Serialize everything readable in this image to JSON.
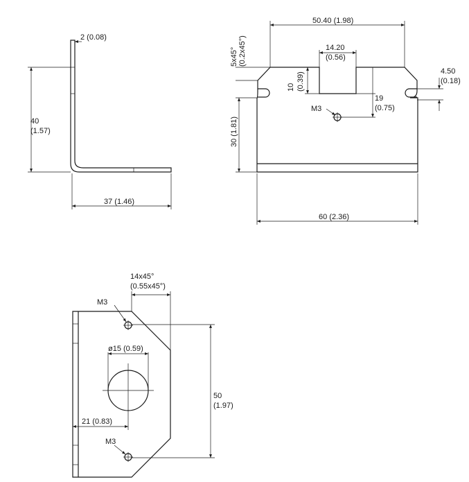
{
  "side_view": {
    "thickness": "2 (0.08)",
    "height_mm": "40",
    "height_in": "(1.57)",
    "length": "37 (1.46)"
  },
  "front_view": {
    "width_top": "50.40 (1.98)",
    "chamfer_mm": "5x45°",
    "chamfer_in": "(0.2x45°)",
    "notch_width_mm": "14.20",
    "notch_width_in": "(0.56)",
    "notch_depth_mm": "10",
    "notch_depth_in": "(0.39)",
    "slot_offset_mm": "4.50",
    "slot_offset_in": "(0.18)",
    "hole_label": "M3",
    "hole_offset_mm": "19",
    "hole_offset_in": "(0.75)",
    "height": "30 (1.81)",
    "width": "60 (2.36)"
  },
  "bottom_view": {
    "chamfer_mm": "14x45°",
    "chamfer_in": "(0.55x45°)",
    "hole_label_top": "M3",
    "bore": "ø15 (0.59)",
    "height_mm": "50",
    "height_in": "(1.97)",
    "bore_offset": "21 (0.83)",
    "hole_label_bottom": "M3"
  }
}
